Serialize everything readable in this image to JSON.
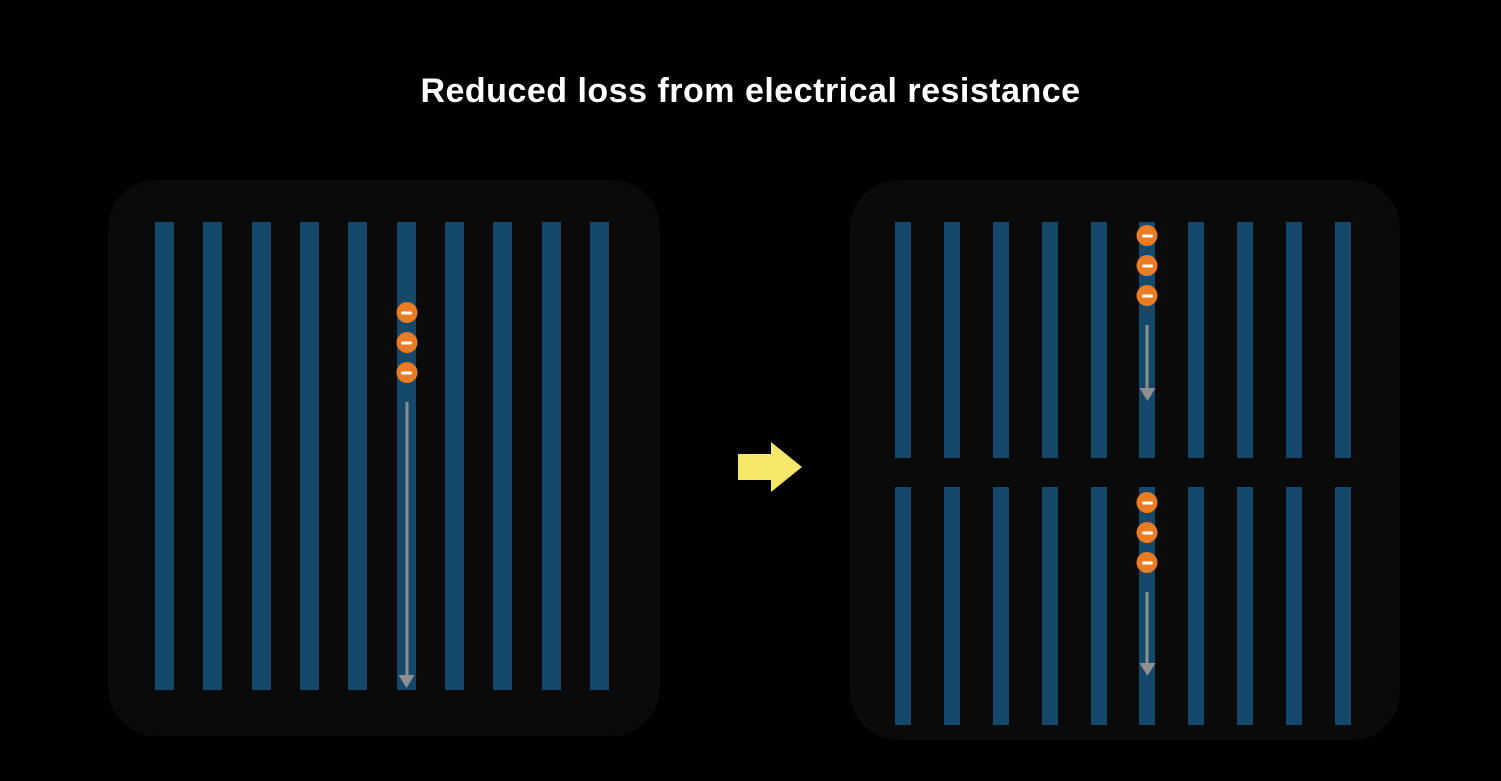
{
  "title": "Reduced loss from electrical resistance",
  "colors": {
    "background": "#000000",
    "panel_backdrop": "#0a0a0a",
    "bar": "#15496c",
    "electron_fill": "#ec7c23",
    "electron_symbol": "#ffffff",
    "flow_arrow": "#8f8f8f",
    "transition_arrow": "#f5e868",
    "title_text": "#ffffff"
  },
  "icons": {
    "electron": "−",
    "flow_direction": "↓",
    "transition": "→"
  },
  "panels": {
    "before": {
      "bar_count": 10,
      "electrons": 3,
      "electron_bar_index": 5
    },
    "after_top": {
      "bar_count": 10,
      "electrons": 3,
      "electron_bar_index": 5
    },
    "after_bottom": {
      "bar_count": 10,
      "electrons": 3,
      "electron_bar_index": 5
    }
  }
}
